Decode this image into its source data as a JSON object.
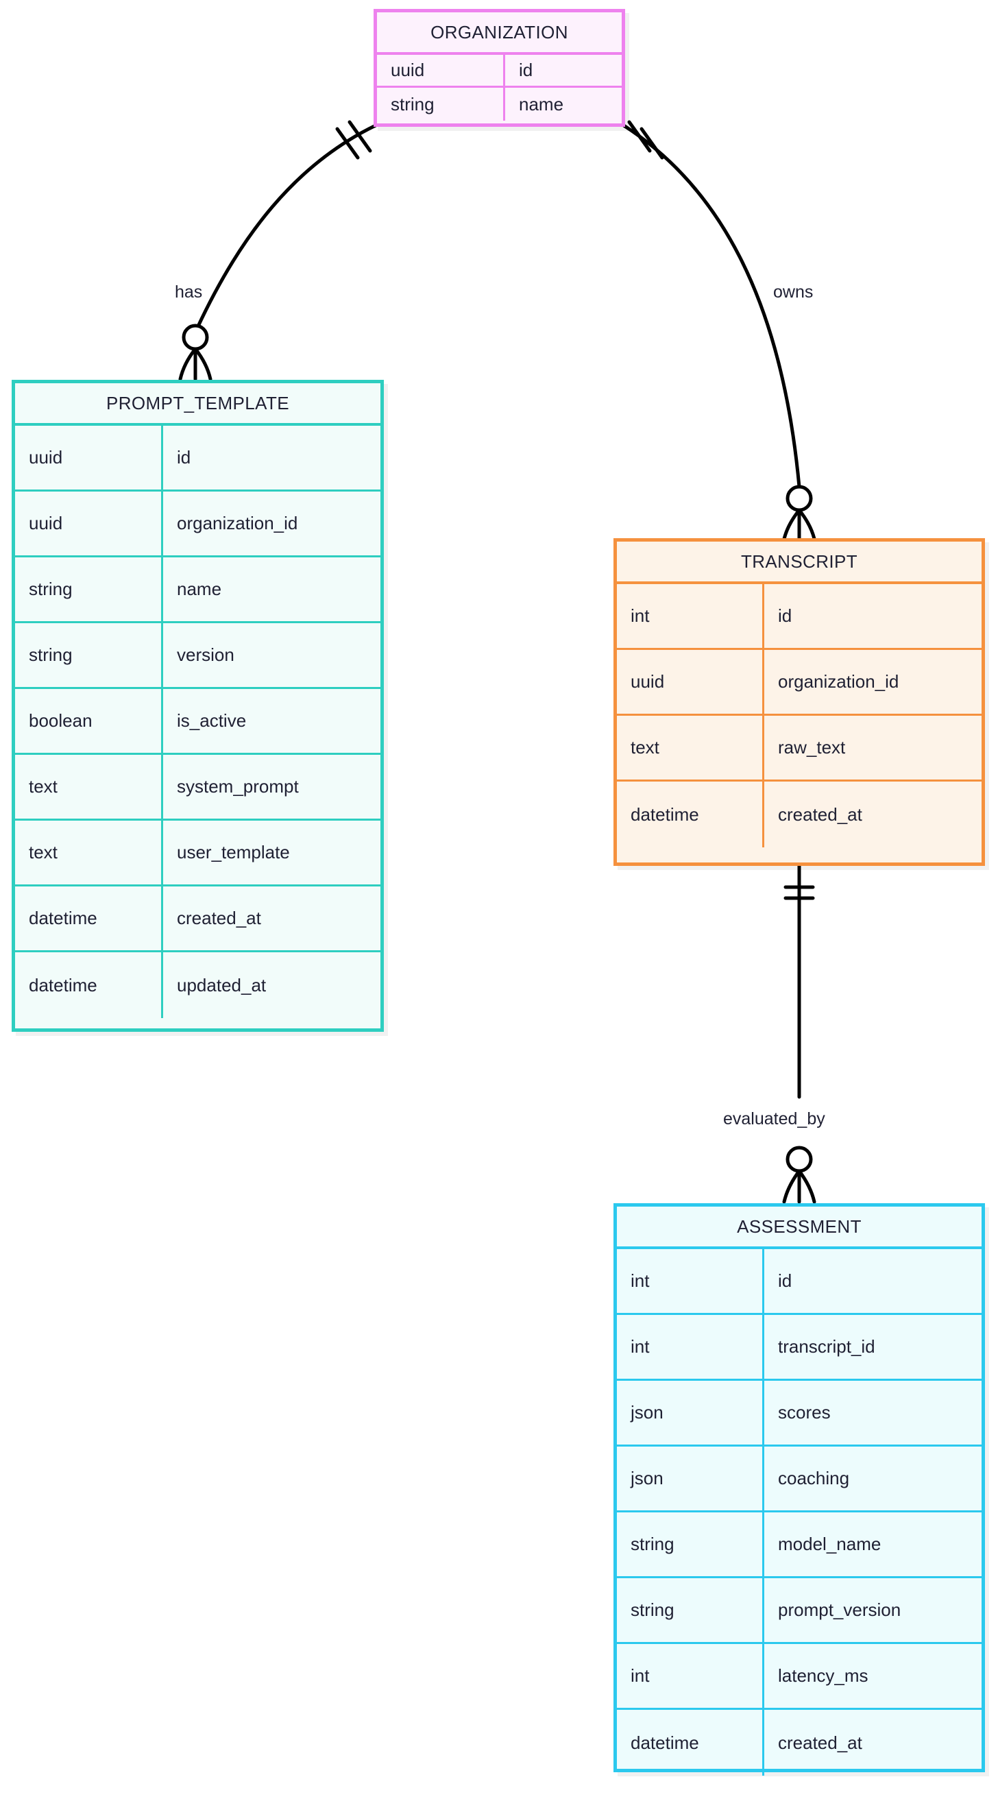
{
  "diagram": {
    "type": "entity-relationship-diagram",
    "background_color": "#ffffff",
    "text_color": "#1f2033"
  },
  "entities": [
    {
      "key": "organization",
      "name": "ORGANIZATION",
      "border_color": "#ee82ee",
      "fill_color": "#fdf2fd",
      "attributes": [
        {
          "type": "uuid",
          "name": "id"
        },
        {
          "type": "string",
          "name": "name"
        }
      ]
    },
    {
      "key": "prompt_template",
      "name": "PROMPT_TEMPLATE",
      "border_color": "#2ecec0",
      "fill_color": "#f2fcfa",
      "attributes": [
        {
          "type": "uuid",
          "name": "id"
        },
        {
          "type": "uuid",
          "name": "organization_id"
        },
        {
          "type": "string",
          "name": "name"
        },
        {
          "type": "string",
          "name": "version"
        },
        {
          "type": "boolean",
          "name": "is_active"
        },
        {
          "type": "text",
          "name": "system_prompt"
        },
        {
          "type": "text",
          "name": "user_template"
        },
        {
          "type": "datetime",
          "name": "created_at"
        },
        {
          "type": "datetime",
          "name": "updated_at"
        }
      ]
    },
    {
      "key": "transcript",
      "name": "TRANSCRIPT",
      "border_color": "#f5913e",
      "fill_color": "#fdf3e8",
      "attributes": [
        {
          "type": "int",
          "name": "id"
        },
        {
          "type": "uuid",
          "name": "organization_id"
        },
        {
          "type": "text",
          "name": "raw_text"
        },
        {
          "type": "datetime",
          "name": "created_at"
        }
      ]
    },
    {
      "key": "assessment",
      "name": "ASSESSMENT",
      "border_color": "#2bc9ee",
      "fill_color": "#edfcfd",
      "attributes": [
        {
          "type": "int",
          "name": "id"
        },
        {
          "type": "int",
          "name": "transcript_id"
        },
        {
          "type": "json",
          "name": "scores"
        },
        {
          "type": "json",
          "name": "coaching"
        },
        {
          "type": "string",
          "name": "model_name"
        },
        {
          "type": "string",
          "name": "prompt_version"
        },
        {
          "type": "int",
          "name": "latency_ms"
        },
        {
          "type": "datetime",
          "name": "created_at"
        }
      ]
    }
  ],
  "relationships": [
    {
      "key": "has",
      "label": "has",
      "from": "ORGANIZATION",
      "to": "PROMPT_TEMPLATE",
      "from_cardinality": "exactly-one",
      "to_cardinality": "zero-or-many"
    },
    {
      "key": "owns",
      "label": "owns",
      "from": "ORGANIZATION",
      "to": "TRANSCRIPT",
      "from_cardinality": "exactly-one",
      "to_cardinality": "zero-or-many"
    },
    {
      "key": "evaluated_by",
      "label": "evaluated_by",
      "from": "TRANSCRIPT",
      "to": "ASSESSMENT",
      "from_cardinality": "exactly-one",
      "to_cardinality": "zero-or-many"
    }
  ]
}
